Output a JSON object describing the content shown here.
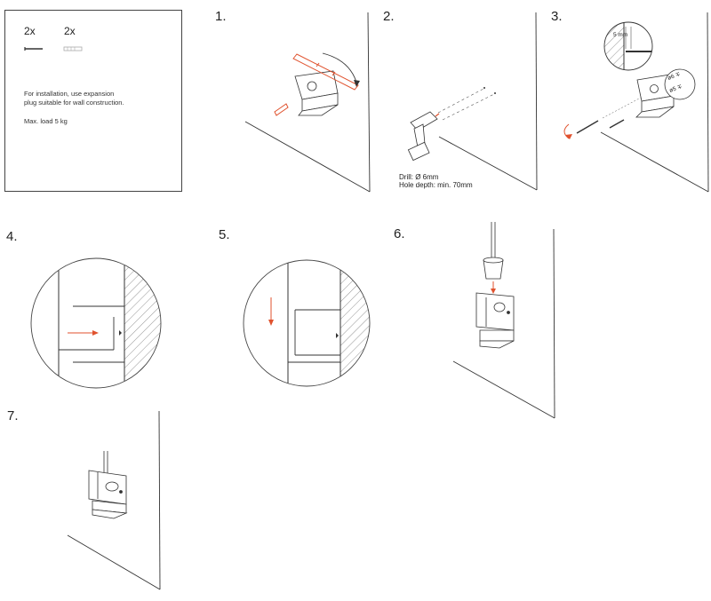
{
  "parts_box": {
    "screw_count": "2x",
    "plug_count": "2x",
    "install_note_line1": "For installation, use expansion",
    "install_note_line2": "plug suitable for wall construction.",
    "max_load": "Max. load 5 kg"
  },
  "steps": [
    {
      "label": "1."
    },
    {
      "label": "2."
    },
    {
      "label": "3."
    },
    {
      "label": "4."
    },
    {
      "label": "5."
    },
    {
      "label": "6."
    },
    {
      "label": "7."
    }
  ],
  "step2": {
    "drill_line1": "Drill: Ø 6mm",
    "drill_line2": "Hole depth: min. 70mm"
  },
  "step3": {
    "callout_mm": "5 mm",
    "mini_label_a": "ø6 ∓",
    "mini_label_b": "ø5 ∓"
  },
  "colors": {
    "accent": "#e0522e",
    "line": "#333333"
  }
}
